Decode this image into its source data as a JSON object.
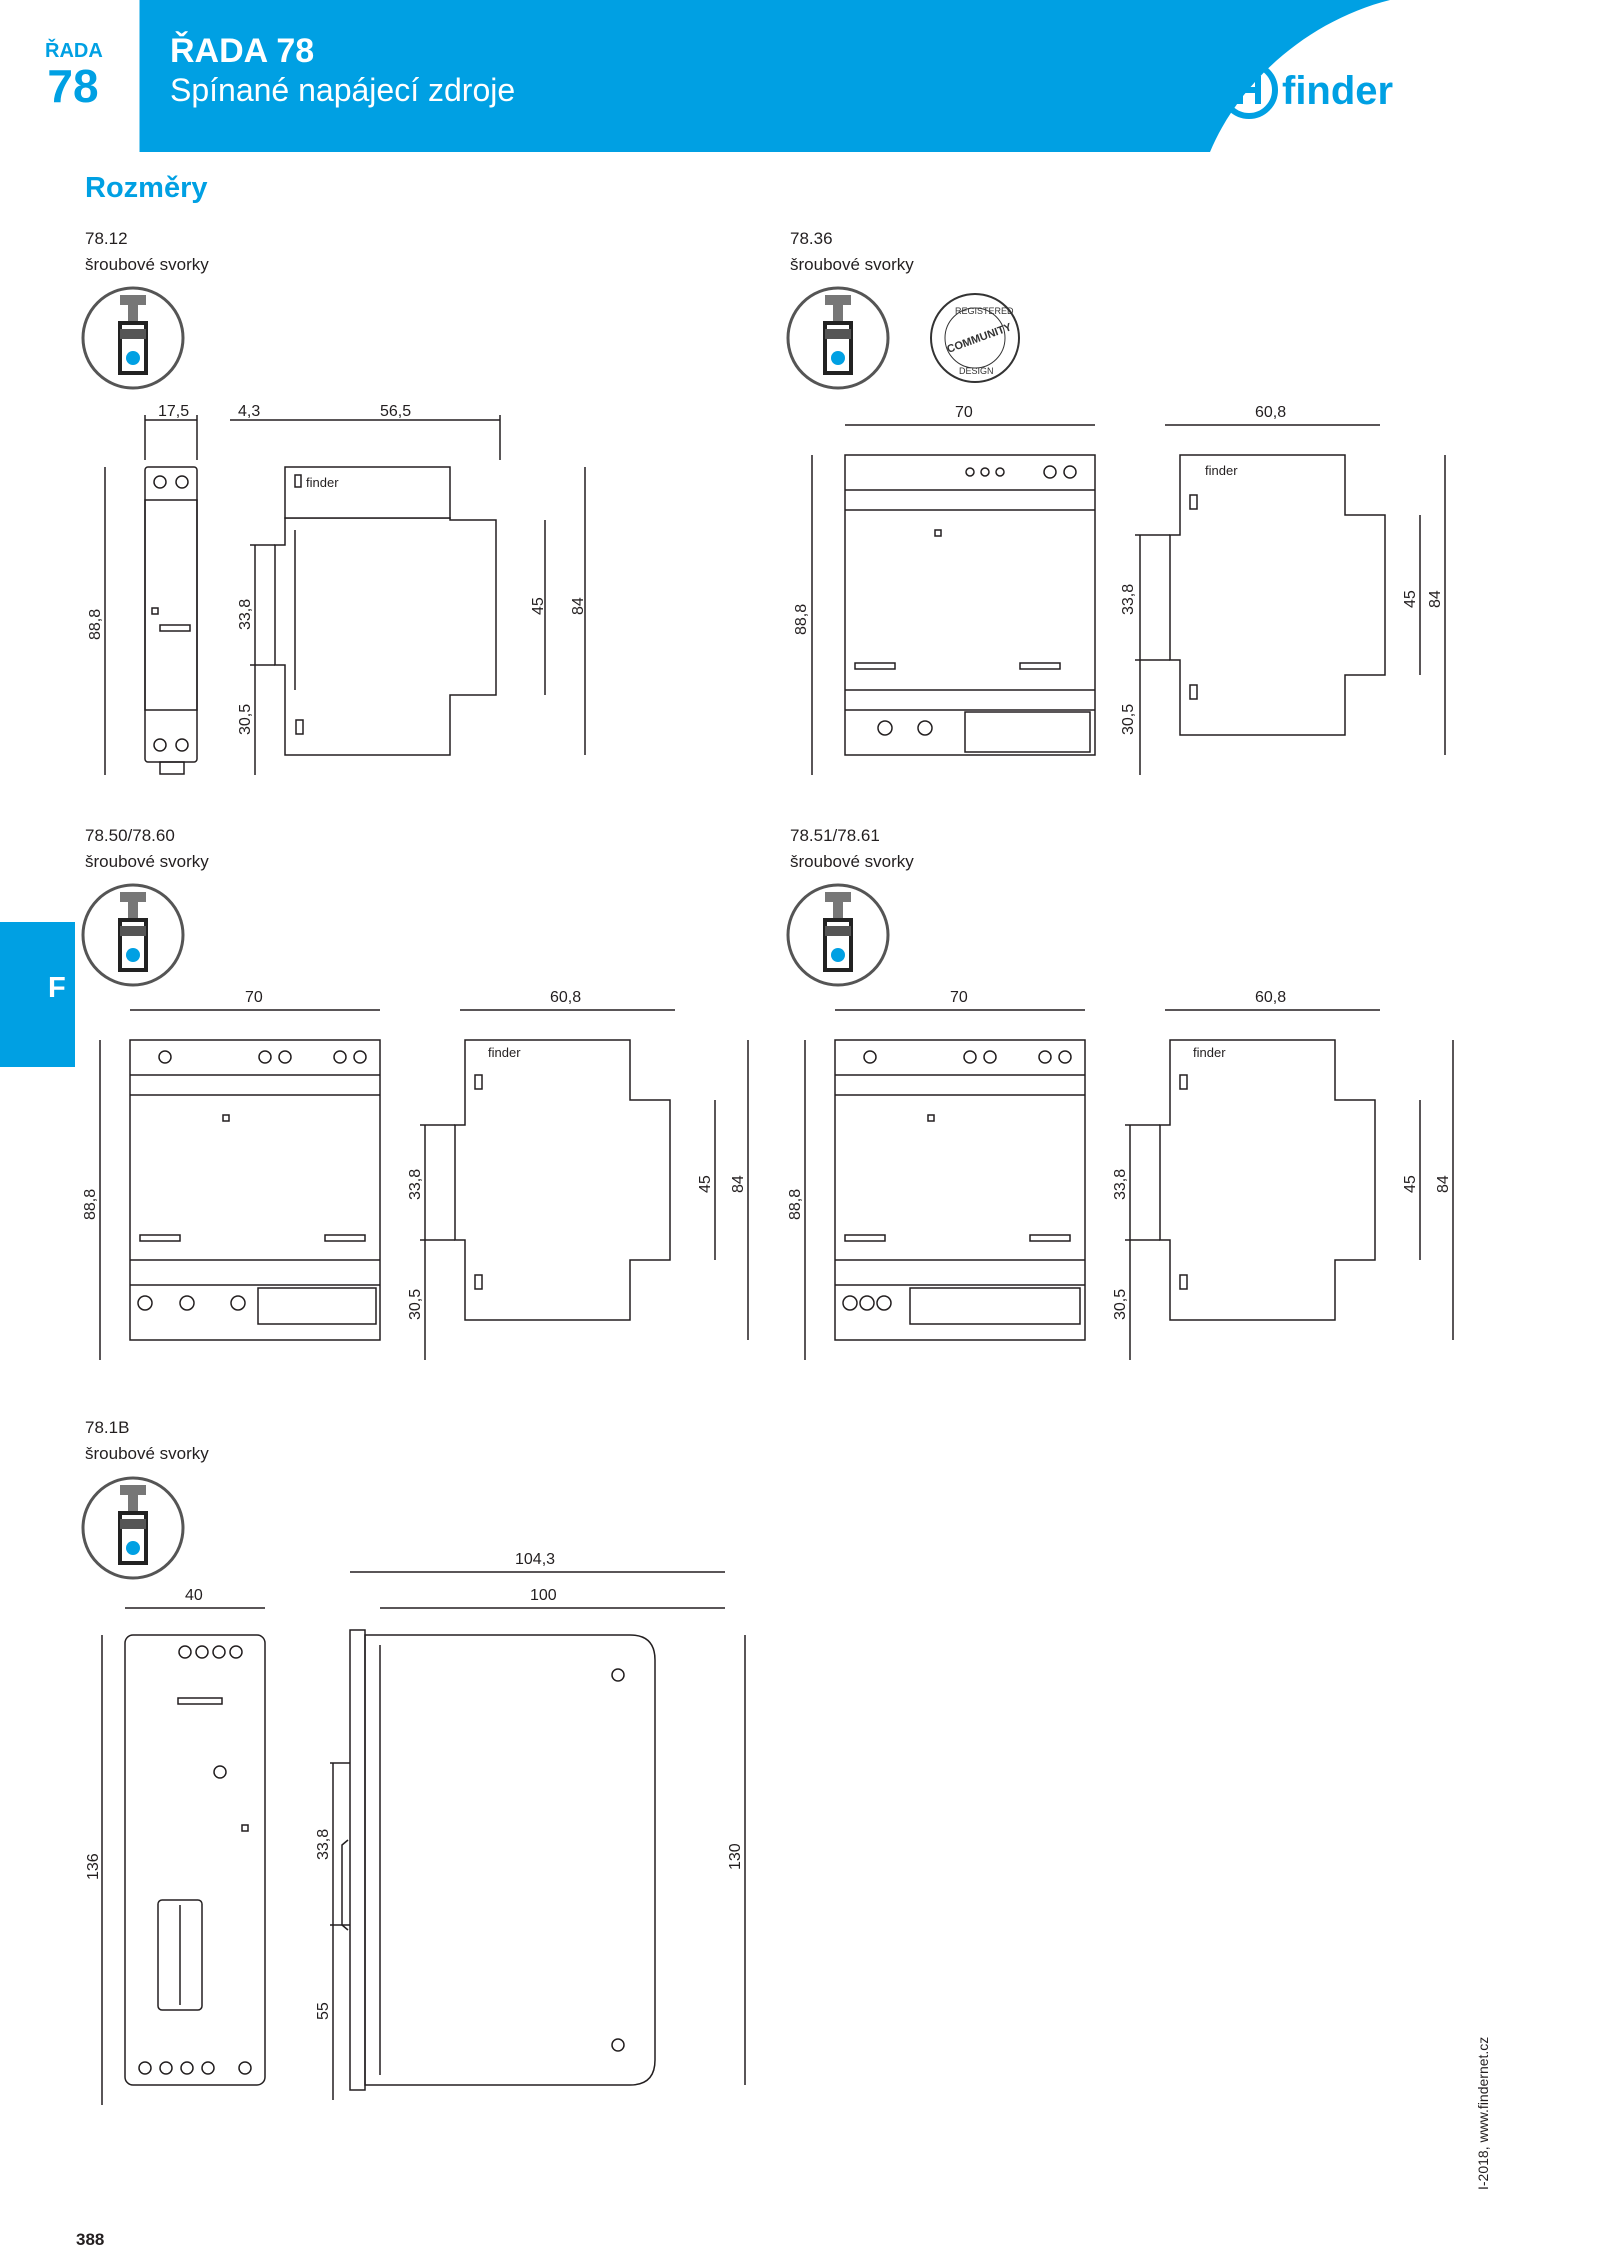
{
  "header": {
    "series_label": "ŘADA",
    "series_number": "78",
    "title": "ŘADA 78",
    "subtitle": "Spínané napájecí zdroje",
    "brand": "finder"
  },
  "section_title": "Rozměry",
  "side_tab": "F",
  "terminal_type": "šroubové svorky",
  "design_stamp": [
    "REGISTERED",
    "COMMUNITY",
    "DESIGN"
  ],
  "models": [
    {
      "code": "78.12",
      "dims": {
        "w_front": "17,5",
        "offset": "4,3",
        "depth": "56,5",
        "height": "88,8",
        "d1": "33,8",
        "d2": "30,5",
        "h45": "45",
        "h84": "84"
      }
    },
    {
      "code": "78.36",
      "dims": {
        "w_front": "70",
        "depth": "60,8",
        "height": "88,8",
        "d1": "33,8",
        "d2": "30,5",
        "h45": "45",
        "h84": "84"
      }
    },
    {
      "code": "78.50/78.60",
      "dims": {
        "w_front": "70",
        "depth": "60,8",
        "height": "88,8",
        "d1": "33,8",
        "d2": "30,5",
        "h45": "45",
        "h84": "84"
      }
    },
    {
      "code": "78.51/78.61",
      "dims": {
        "w_front": "70",
        "depth": "60,8",
        "height": "88,8",
        "d1": "33,8",
        "d2": "30,5",
        "h45": "45",
        "h84": "84"
      }
    },
    {
      "code": "78.1B",
      "dims": {
        "w_front": "40",
        "depth_total": "104,3",
        "depth": "100",
        "height": "136",
        "d1": "33,8",
        "d2": "55",
        "h130": "130"
      }
    }
  ],
  "page_number": "388",
  "footer": "I-2018, www.findernet.cz"
}
